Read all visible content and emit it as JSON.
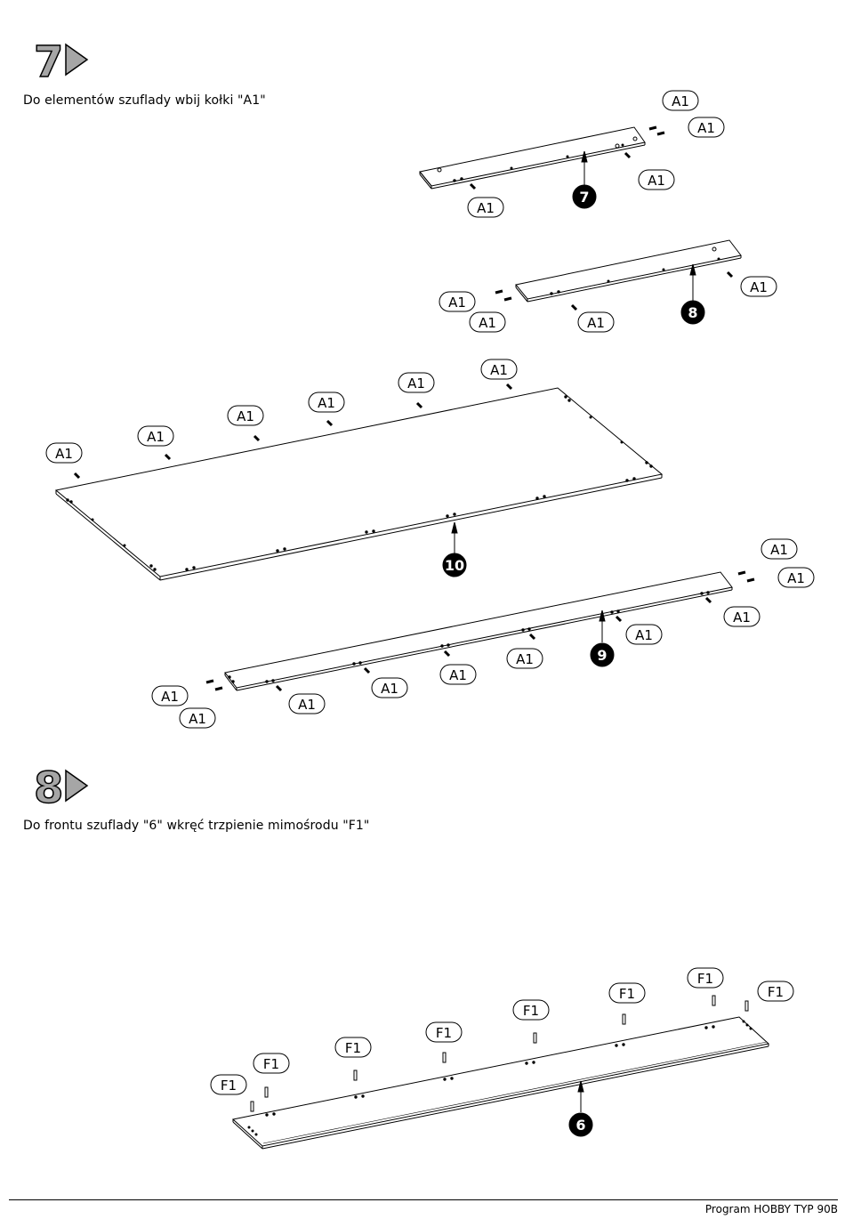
{
  "steps": [
    {
      "number": "7",
      "instruction": "Do elementów szuflady wbij kołki \"A1\""
    },
    {
      "number": "8",
      "instruction": "Do frontu szuflady \"6\" wkręć trzpienie mimośrodu \"F1\""
    }
  ],
  "labels": {
    "dowel": "A1",
    "cam_pin": "F1"
  },
  "parts": {
    "p7": "7",
    "p8": "8",
    "p9": "9",
    "p10": "10",
    "p6": "6"
  },
  "footer": {
    "text": "Program HOBBY TYP 90B"
  },
  "colors": {
    "ink": "#000000",
    "badge_fill": "#a6a6a6",
    "badge_stroke": "#000000"
  }
}
